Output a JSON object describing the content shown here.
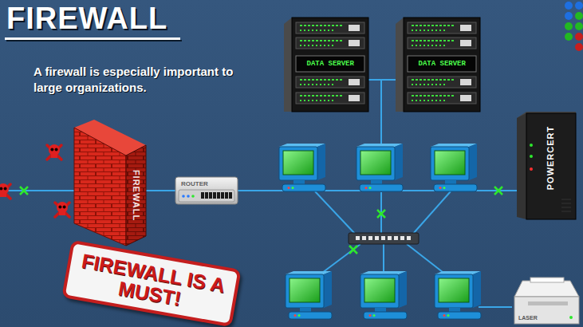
{
  "diagram": {
    "title": "FIREWALL",
    "nodes": [
      {
        "text": [
          "DATA SERVER"
        ]
      },
      {
        "text": [
          "DATA SERVER"
        ]
      },
      {
        "text": [
          "FIREWALL"
        ]
      },
      {
        "text": [
          "ROUTER"
        ]
      },
      {
        "text": [
          "POWERCERT"
        ]
      },
      {
        "text": [
          "FIREWALL IS A MUST!"
        ]
      },
      {
        "text": [
          "LASER"
        ]
      }
    ],
    "edges": [
      {
        "from": 2,
        "to": 3,
        "arrow": "none"
      },
      {
        "from": 3,
        "to": 4,
        "arrow": "none"
      }
    ],
    "labels": [
      "A firewall is especially important to large organizations."
    ]
  }
}
